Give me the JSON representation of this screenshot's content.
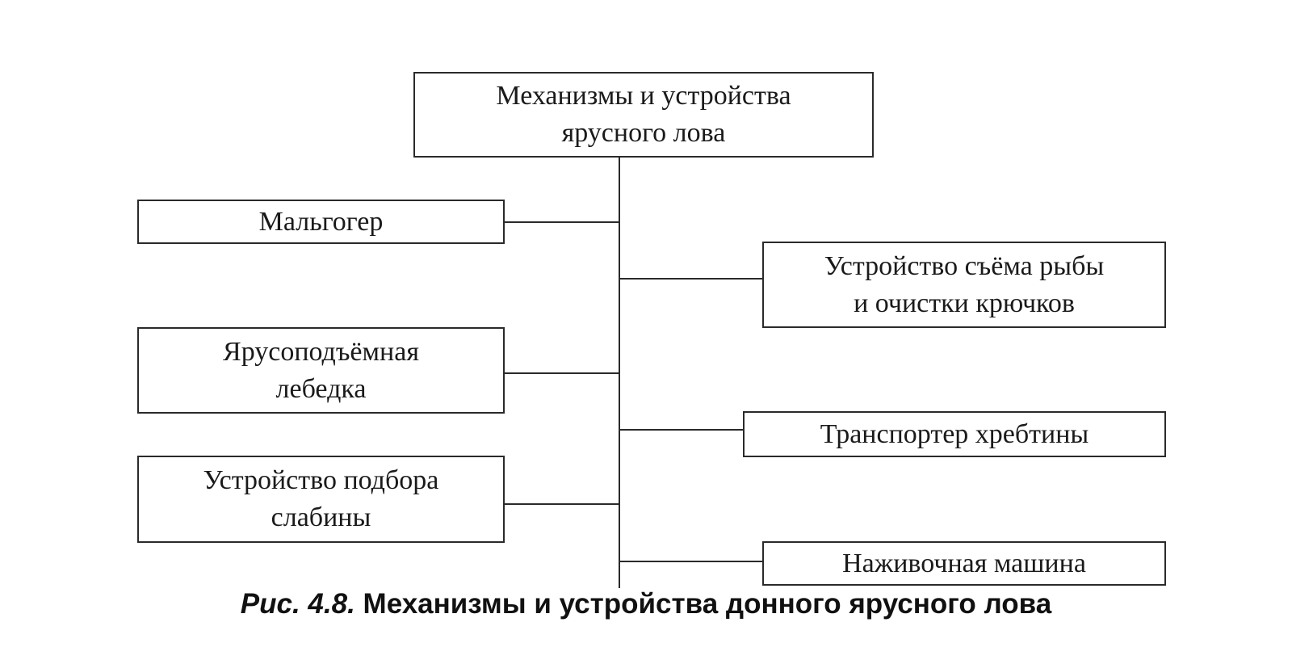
{
  "diagram": {
    "root": {
      "label": "Механизмы и устройства\nярусного лова"
    },
    "left_nodes": [
      {
        "label": "Мальгогер"
      },
      {
        "label": "Ярусоподъёмная\nлебедка"
      },
      {
        "label": "Устройство подбора\nслабины"
      }
    ],
    "right_nodes": [
      {
        "label": "Устройство съёма рыбы\nи очистки крючков"
      },
      {
        "label": "Транспортер  хребтины"
      },
      {
        "label": "Наживочная машина"
      }
    ]
  },
  "caption": {
    "figure_number": "Рис. 4.8.",
    "text": " Механизмы и устройства донного ярусного лова"
  }
}
